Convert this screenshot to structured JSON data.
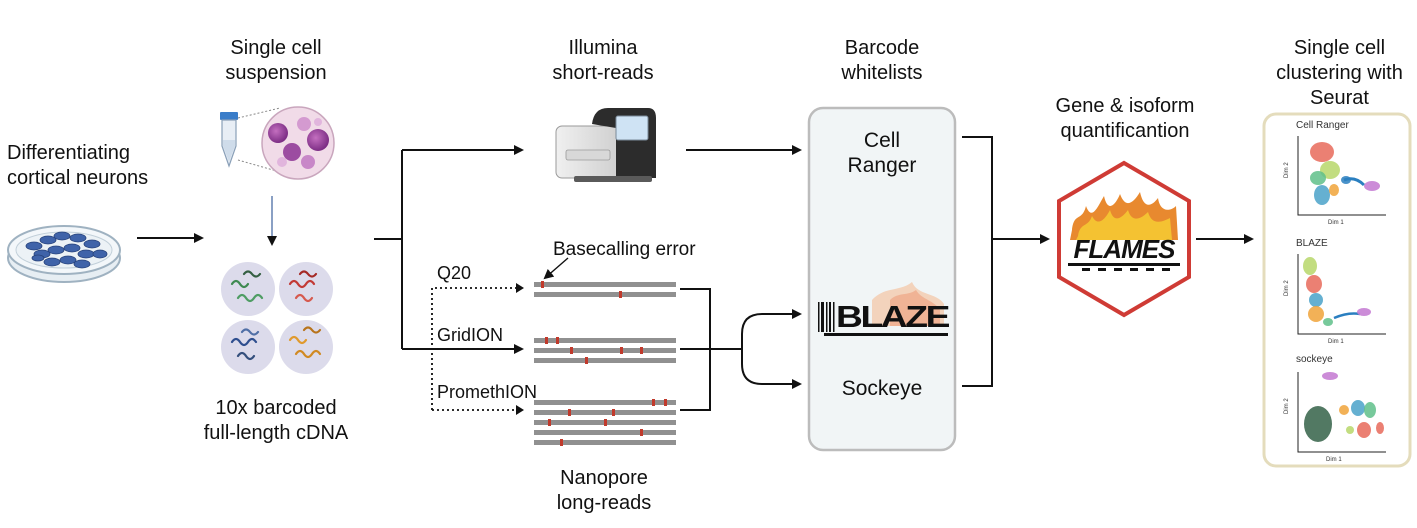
{
  "labels": {
    "differentiating": "Differentiating\ncortical neurons",
    "suspension": "Single cell\nsuspension",
    "cdna": "10x barcoded\nfull-length cDNA",
    "illumina": "Illumina\nshort-reads",
    "nanopore": "Nanopore\nlong-reads",
    "basecalling": "Basecalling error",
    "whitelists": "Barcode\nwhitelists",
    "quant": "Gene & isoform\nquantificantion",
    "clustering": "Single cell\nclustering with\nSeurat"
  },
  "platforms": [
    "Q20",
    "GridION",
    "PromethION"
  ],
  "tools": {
    "cellranger": "Cell\nRanger",
    "blaze": "BLAZE",
    "sockeye": "Sockeye",
    "flames": "FLAMES"
  },
  "umap_panels": [
    {
      "title": "Cell Ranger",
      "xlabel": "Dim 1",
      "ylabel": "Dim 2"
    },
    {
      "title": "BLAZE",
      "xlabel": "Dim 1",
      "ylabel": "Dim 2"
    },
    {
      "title": "sockeye",
      "xlabel": "Dim 1",
      "ylabel": "Dim 2"
    }
  ],
  "colors": {
    "arrow": "#111111",
    "box_fill": "#f1f5f6",
    "box_border": "#bcbcbc",
    "flames_border": "#cf3b35",
    "panel_border": "#e4dcbc",
    "read_gray": "#909090",
    "error_red": "#c0392b"
  }
}
